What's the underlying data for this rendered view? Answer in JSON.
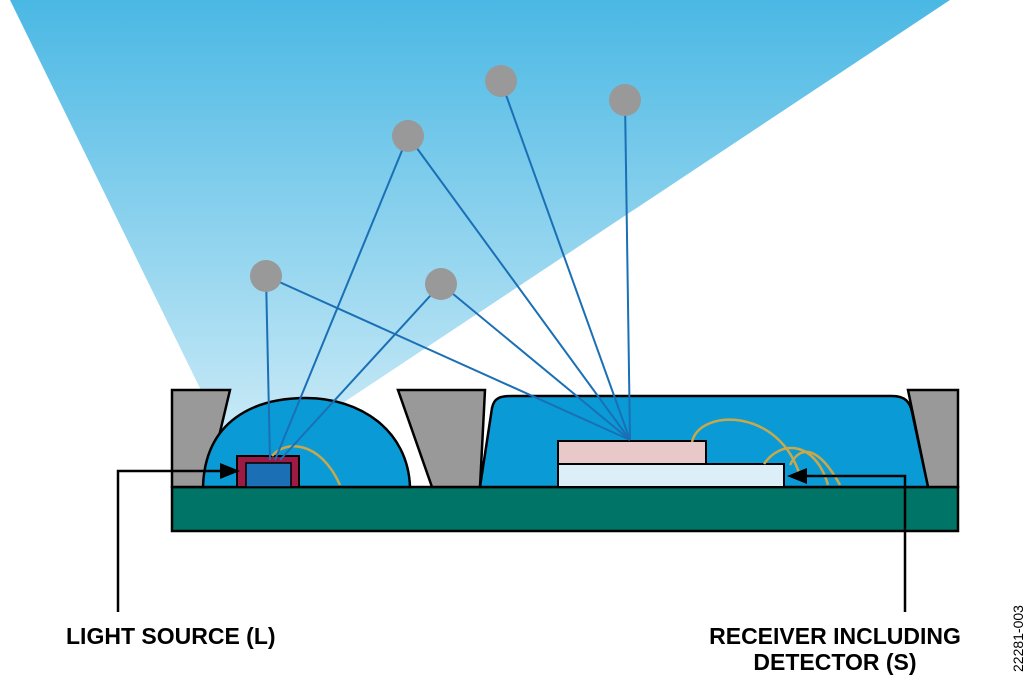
{
  "labels": {
    "light_source": "LIGHT SOURCE (L)",
    "receiver_line1": "RECEIVER INCLUDING",
    "receiver_line2": "DETECTOR (S)"
  },
  "figure_code": "22281-003",
  "colors": {
    "beam_top": "#4ab8e4",
    "beam_bottom": "#c6e8f6",
    "dome": "#0a9bd6",
    "ray": "#1a6fb5",
    "particle": "#999999",
    "substrate": "#007466",
    "wall": "#999999",
    "emitter_frame": "#9b1b45",
    "emitter_chip": "#1a6fb5",
    "sensor_top": "#e8c8c8",
    "sensor_base": "#dceef8",
    "bond_wire": "#c8a84a"
  }
}
